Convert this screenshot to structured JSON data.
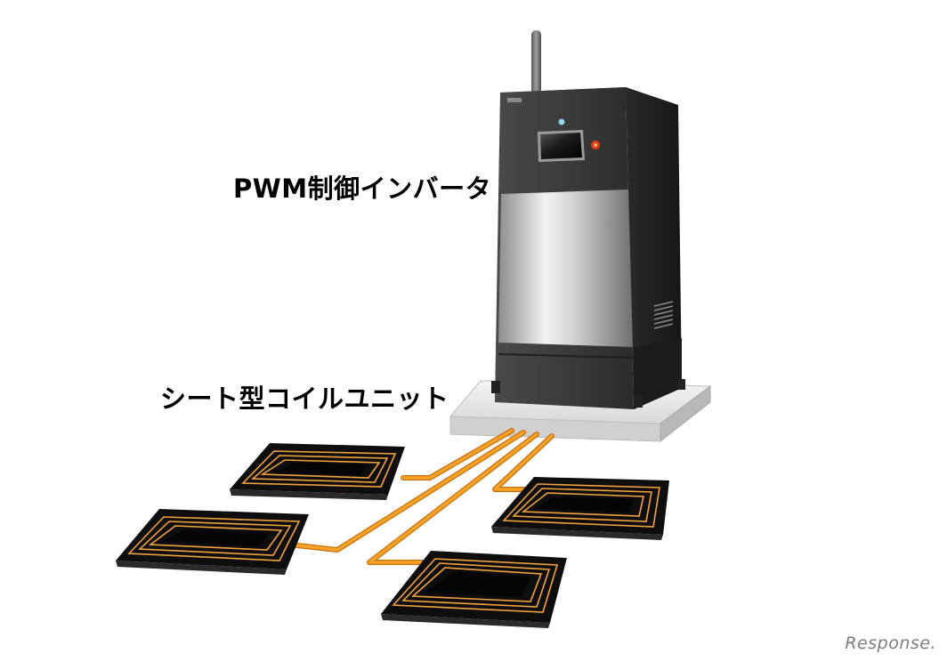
{
  "labels": {
    "inverter": "PWM制御インバータ",
    "coil_unit": "シート型コイルユニット"
  },
  "watermark": "Response.",
  "components": {
    "inverter_icon": "inverter-cabinet",
    "coil_pad_count": 4
  },
  "colors": {
    "cable": "#f39a1e",
    "coil_winding": "#f3a23c",
    "pad": "#141414",
    "cabinet": "#3e3e3e",
    "base_plate": "#e2e2e2"
  }
}
